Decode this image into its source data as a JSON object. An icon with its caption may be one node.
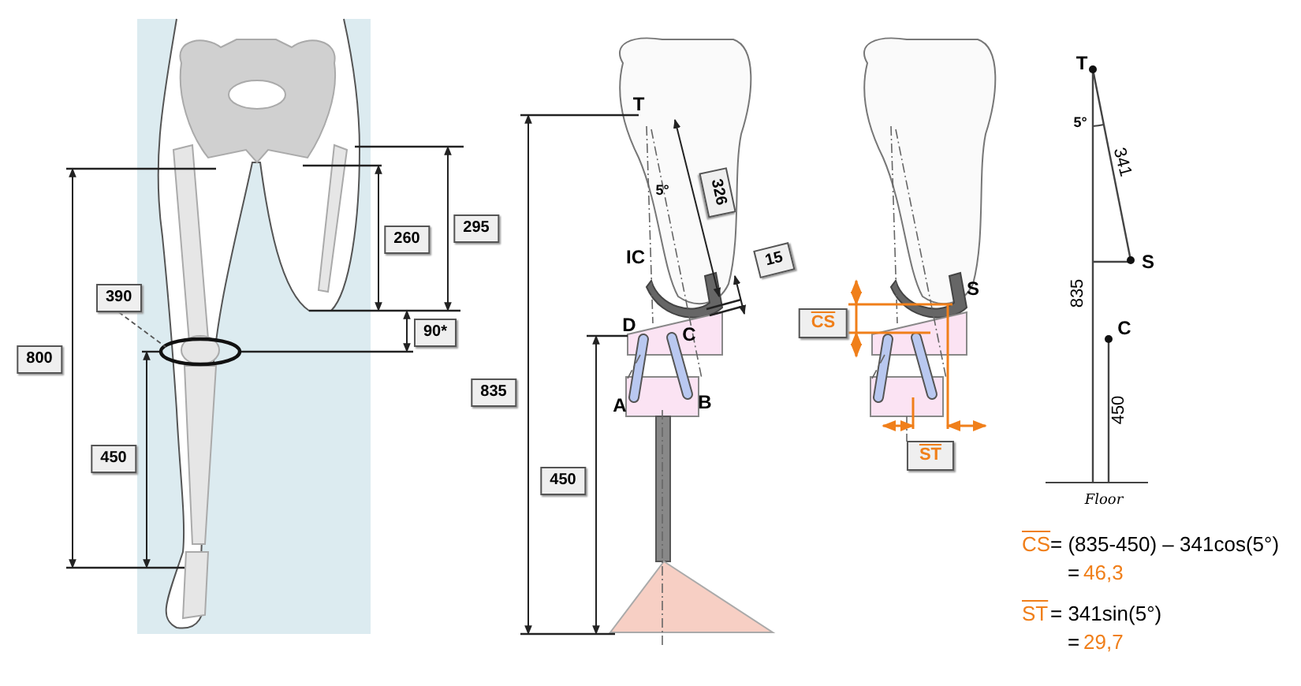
{
  "diagram": {
    "nodes": [
      {
        "text": [
          "390"
        ]
      },
      {
        "text": [],
        "shape": "circle"
      }
    ],
    "edges": [
      {
        "from": 0,
        "to": 1,
        "arrow": "none",
        "style": "dashed"
      }
    ],
    "labels": [
      "295",
      "260",
      "90*",
      "800",
      "450",
      "T",
      "326",
      "5°",
      "IC",
      "15",
      "D",
      "C",
      "A",
      "B",
      "835",
      "450",
      "S",
      "CS",
      "ST",
      "T",
      "5°",
      "341",
      "S",
      "835",
      "C",
      "450",
      "Floor",
      "CS",
      "= (835-450) – 341cos(5°)",
      "=",
      "46,3",
      "ST",
      "= 341sin(5°)",
      "=",
      "29,7"
    ]
  }
}
